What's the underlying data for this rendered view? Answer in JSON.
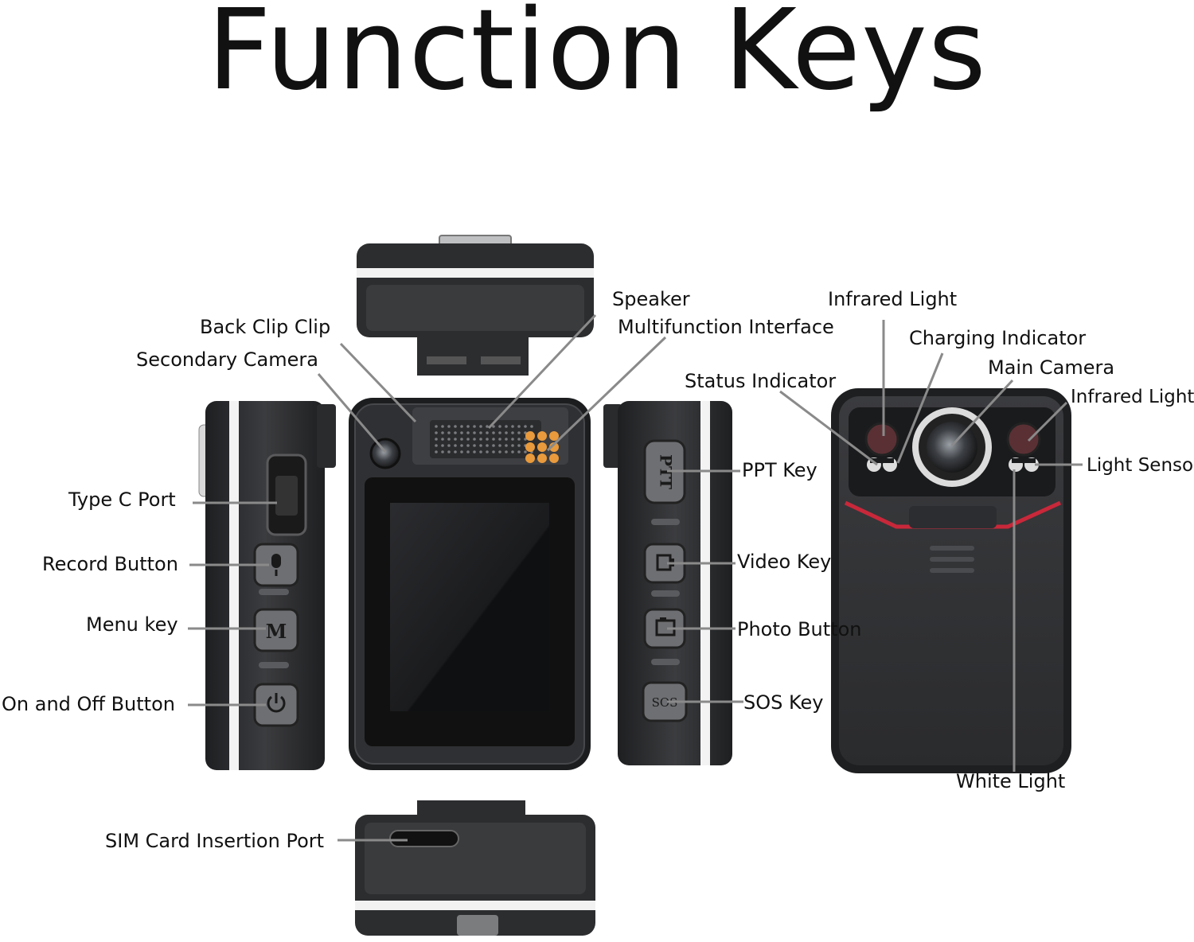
{
  "title": "Function Keys",
  "labels": {
    "speaker": "Speaker",
    "multifunction_interface": "Multifunction Interface",
    "back_clip": "Back Clip Clip",
    "secondary_camera": "Secondary Camera",
    "type_c_port": "Type C Port",
    "record_button": "Record Button",
    "menu_key": "Menu key",
    "power_button": "On and Off Button",
    "sim_port": "SIM Card Insertion Port",
    "status_indicator": "Status Indicator",
    "ppt_key": "PPT Key",
    "video_key": "Video Key",
    "photo_button": "Photo Button",
    "sos_key": "SOS Key",
    "infrared_light_top": "Infrared Light",
    "charging_indicator": "Charging Indicator",
    "main_camera": "Main Camera",
    "infrared_light_right": "Infrared Light",
    "light_sensor": "Light Sensor",
    "white_light": "White Light"
  },
  "key_glyphs": {
    "menu": "M",
    "ptt": "PTT",
    "sos": "SOS"
  },
  "colors": {
    "body_dark": "#2b2c2e",
    "body_mid": "#4a4b4e",
    "stripe": "#ffffff",
    "accent_red": "#c8283a",
    "pogo_orange": "#e89a3c"
  }
}
